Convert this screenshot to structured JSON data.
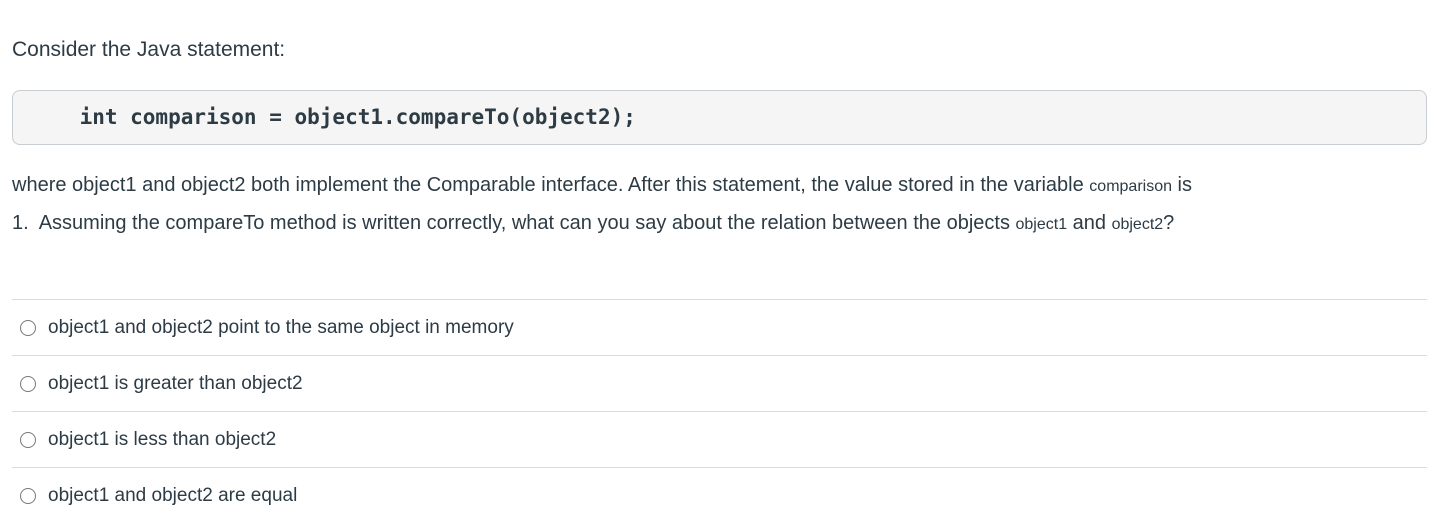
{
  "question": {
    "intro": "Consider the Java statement:",
    "code_block": "    int comparison = object1.compareTo(object2);",
    "body": {
      "part1": "where object1 and object2 both implement the Comparable interface. After this statement, the value stored in the variable ",
      "code1": "comparison",
      "part2": " is",
      "part3": "1.  Assuming the compareTo method is written correctly, what can you say about the relation between the objects ",
      "code2": "object1",
      "part4": " and ",
      "code3": "object2",
      "part5": "?"
    }
  },
  "answers": {
    "options": [
      {
        "label": "object1 and object2 point to the same object in memory",
        "selected": false
      },
      {
        "label": "object1 is greater than object2",
        "selected": false
      },
      {
        "label": "object1 is less than object2",
        "selected": false
      },
      {
        "label": "object1 and object2 are equal",
        "selected": false
      }
    ]
  },
  "colors": {
    "text": "#2d3b45",
    "code_block_background": "#f5f5f5",
    "code_block_border": "#c7cdd1",
    "divider": "#dcdcdc",
    "radio_border": "#777777",
    "page_background": "#ffffff"
  }
}
